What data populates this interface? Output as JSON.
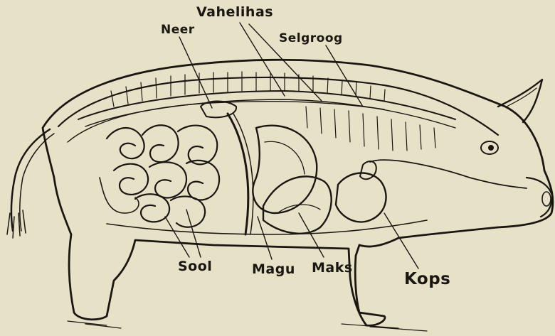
{
  "labels": {
    "neer": "Neer",
    "vahelihas": "Vahelihas",
    "selgroog": "Selgroog",
    "sool": "Sool",
    "magu": "Magu",
    "maks": "Maks",
    "kops": "Kops"
  },
  "colors": {
    "paper": "#e7e1c8",
    "ink": "#1a1712"
  }
}
